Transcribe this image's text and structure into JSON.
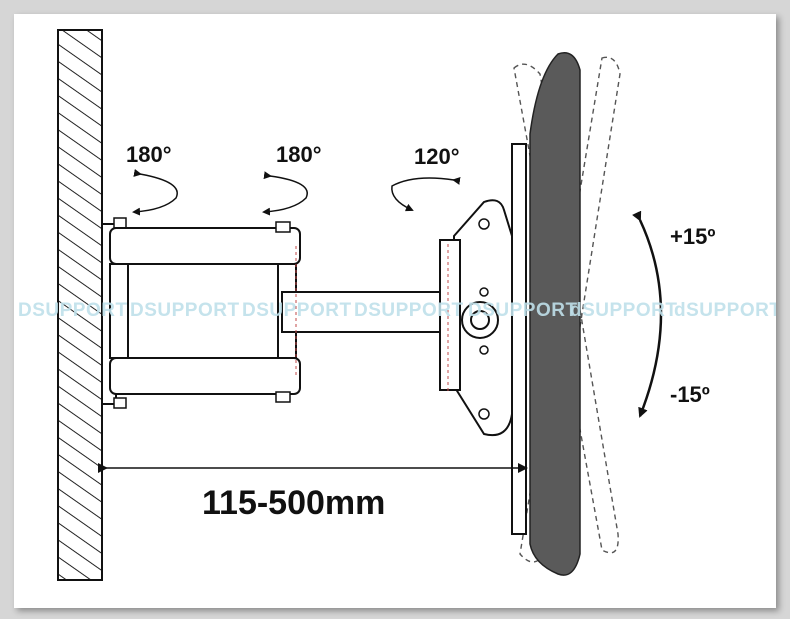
{
  "labels": {
    "swivel_wall": "180°",
    "swivel_arm": "180°",
    "swivel_head": "120°",
    "tilt_up": "+15º",
    "tilt_down": "-15º",
    "extension": "115-500mm"
  },
  "watermark": "DSUPPORT",
  "watermark_right": "dSUPPORT",
  "colors": {
    "background": "#ffffff",
    "frame_shadow": "#d6d6d6",
    "tv_panel": "#5a5a5a",
    "bracket_fill": "#ffffff",
    "stroke": "#111111",
    "dimension_line": "#c24a4a",
    "watermark": "#bfe0ea"
  },
  "icons": [
    "rotation-arrow-icon",
    "tilt-arc-icon",
    "dimension-arrow-icon",
    "bolt-icon"
  ]
}
